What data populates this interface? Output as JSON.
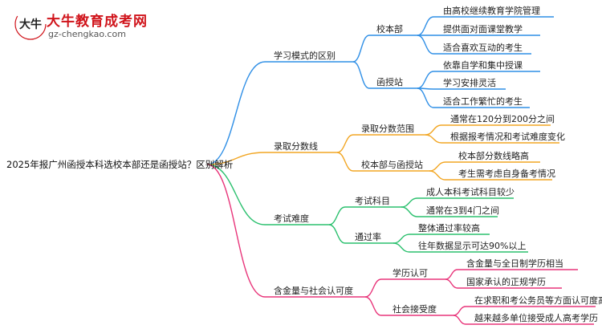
{
  "logo": {
    "title": "大牛教育成考网",
    "url": "gz-chengkao.com",
    "mark_text": "大牛",
    "mark_color": "#d0141b"
  },
  "root": "2025年报广州函授本科选校本部还是函授站？区别解析",
  "colors": {
    "branch1": "#2f8fe6",
    "branch2": "#f2a623",
    "branch3": "#2bc06e",
    "branch4": "#e8357a"
  },
  "branches": [
    {
      "label": "学习模式的区别",
      "subs": [
        {
          "label": "校本部",
          "leaves": [
            "由高校继续教育学院管理",
            "提供面对面课堂教学",
            "适合喜欢互动的考生"
          ]
        },
        {
          "label": "函授站",
          "leaves": [
            "依靠自学和集中授课",
            "学习安排灵活",
            "适合工作繁忙的考生"
          ]
        }
      ]
    },
    {
      "label": "录取分数线",
      "subs": [
        {
          "label": "录取分数范围",
          "leaves": [
            "通常在120分到200分之间",
            "根据报考情况和考试难度变化"
          ]
        },
        {
          "label": "校本部与函授站",
          "leaves": [
            "校本部分数线略高",
            "考生需考虑自身备考情况"
          ]
        }
      ]
    },
    {
      "label": "考试难度",
      "subs": [
        {
          "label": "考试科目",
          "leaves": [
            "成人本科考试科目较少",
            "通常在3到4门之间"
          ]
        },
        {
          "label": "通过率",
          "leaves": [
            "整体通过率较高",
            "往年数据显示可达90%以上"
          ]
        }
      ]
    },
    {
      "label": "含金量与社会认可度",
      "subs": [
        {
          "label": "学历认可",
          "leaves": [
            "含金量与全日制学历相当",
            "国家承认的正规学历"
          ]
        },
        {
          "label": "社会接受度",
          "leaves": [
            "在求职和考公务员等方面认可度高",
            "越来越多单位接受成人高考学历"
          ]
        }
      ]
    }
  ]
}
